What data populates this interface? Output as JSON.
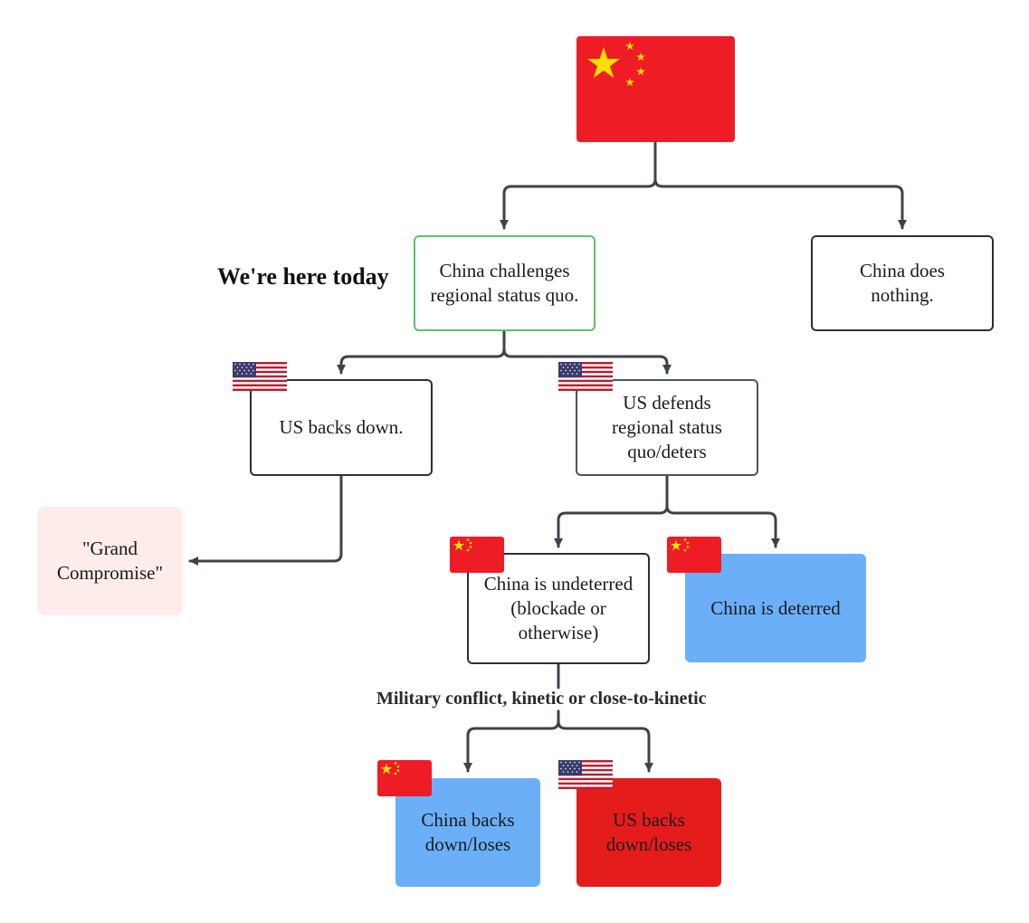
{
  "title_note": "We're here today",
  "edge_label": "Military conflict, kinetic or close-to-kinetic",
  "nodes": {
    "challenge": "China challenges\nregional status quo.",
    "nothing": "China does\nnothing.",
    "us_backs_down": "US backs down.",
    "us_defends": "US defends\nregional status\nquo/deters",
    "grand_compromise": "\"Grand\nCompromise\"",
    "china_undeterred": "China is undeterred\n(blockade or\notherwise)",
    "china_deterred": "China is deterred",
    "china_loses": "China backs\ndown/loses",
    "us_loses": "US backs\ndown/loses"
  },
  "colors": {
    "china_red": "#ee1c25",
    "china_star": "#ffde00",
    "us_red": "#b22234",
    "us_blue": "#3c3b6e",
    "connector": "#3d434a",
    "blue_box": "#6aaff8",
    "red_box": "#e41c1c",
    "pink_box": "#fcecea",
    "green_border": "#5cc26a"
  }
}
